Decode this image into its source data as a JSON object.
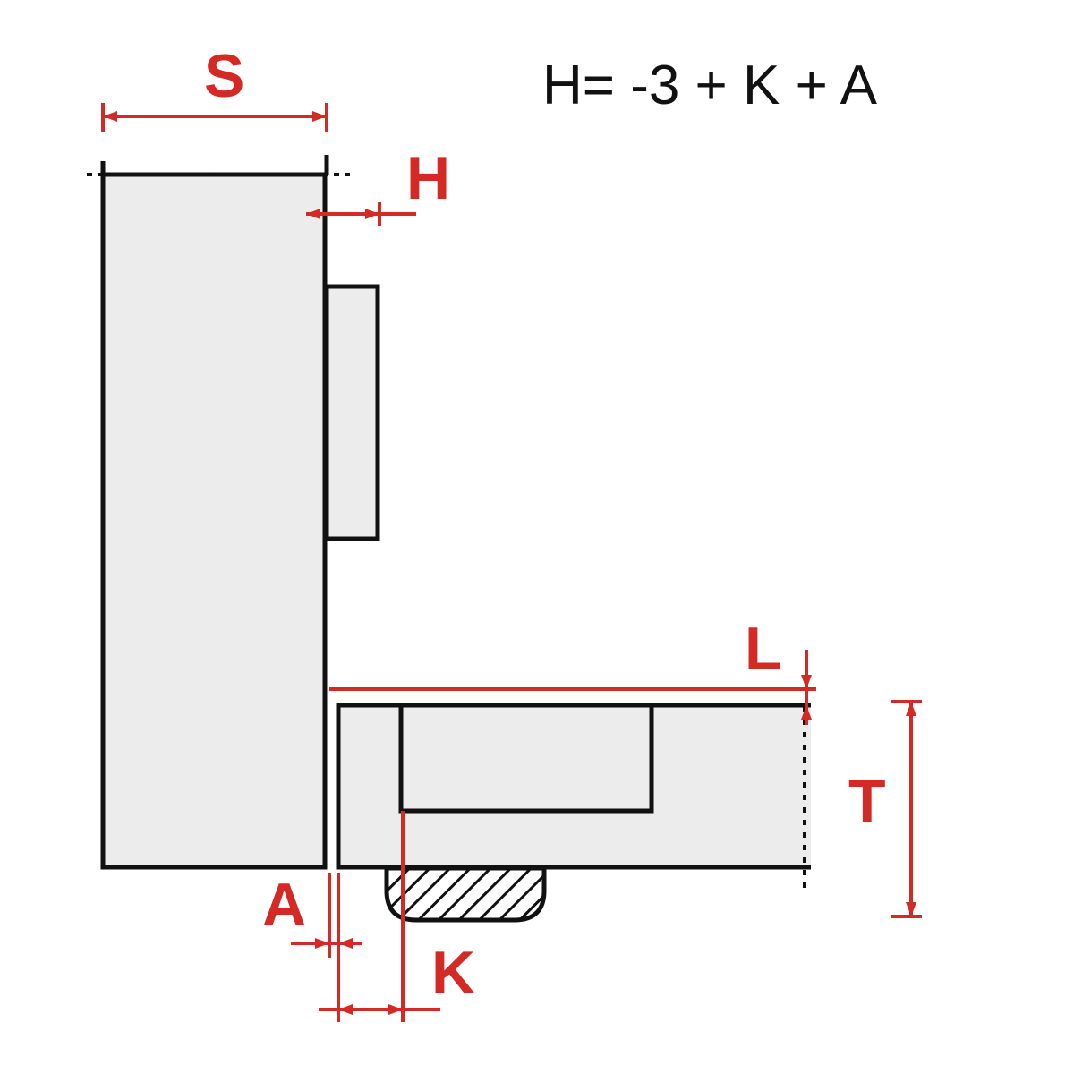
{
  "formula": "H=  -3 + K + A",
  "labels": {
    "s": "S",
    "h": "H",
    "l": "L",
    "t": "T",
    "a": "A",
    "k": "K"
  },
  "colors": {
    "dimension": "#d42a26",
    "outline": "#111111",
    "panel_fill": "#ececec",
    "background": "#ffffff"
  }
}
